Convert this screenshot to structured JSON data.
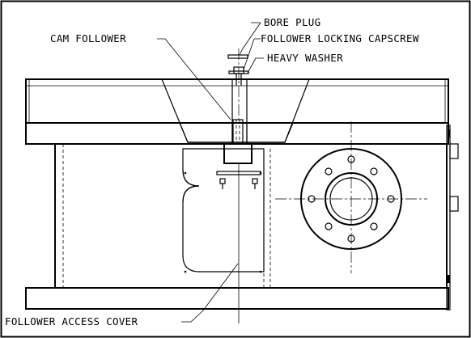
{
  "labels": {
    "bore_plug": "BORE PLUG",
    "follower_locking_capscrew": "FOLLOWER LOCKING CAPSCREW",
    "heavy_washer": "HEAVY WASHER",
    "cam_follower": "CAM FOLLOWER",
    "follower_access_cover": "FOLLOWER ACCESS COVER"
  }
}
